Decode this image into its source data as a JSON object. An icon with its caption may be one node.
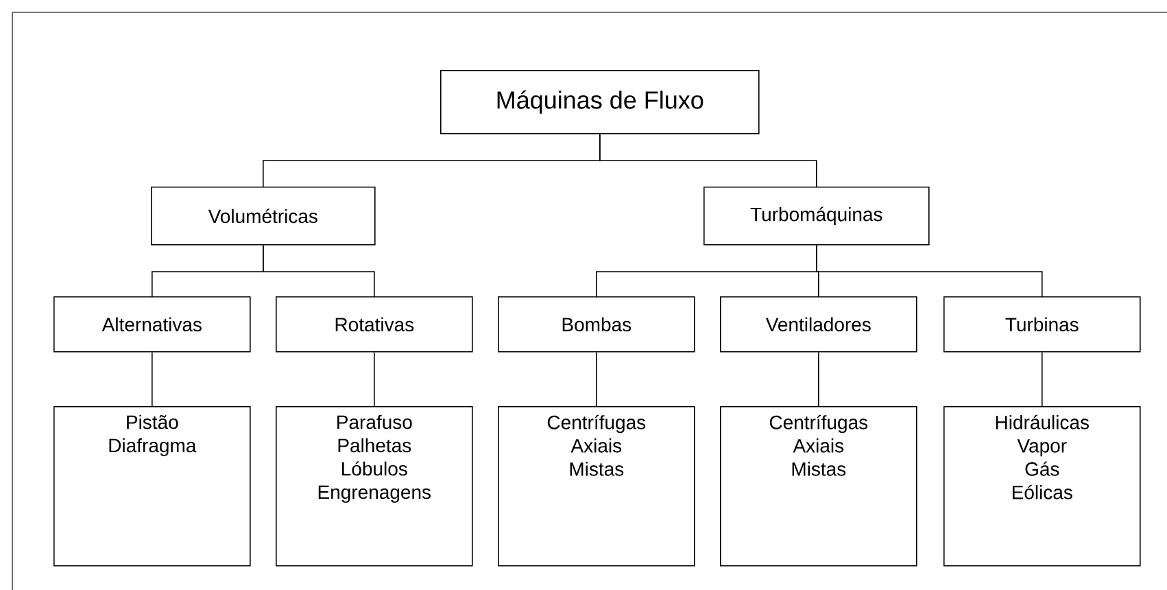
{
  "diagram": {
    "nodes": [
      {
        "text": [
          "Máquinas de Fluxo"
        ]
      },
      {
        "text": [
          "Volumétricas"
        ]
      },
      {
        "text": [
          "Turbomáquinas"
        ]
      },
      {
        "text": [
          "Alternativas"
        ]
      },
      {
        "text": [
          "Rotativas"
        ]
      },
      {
        "text": [
          "Bombas"
        ]
      },
      {
        "text": [
          "Ventiladores"
        ]
      },
      {
        "text": [
          "Turbinas"
        ]
      },
      {
        "text": [
          "Pistão",
          "Diafragma"
        ]
      },
      {
        "text": [
          "Parafuso",
          "Palhetas",
          "Lóbulos",
          "Engrenagens"
        ]
      },
      {
        "text": [
          "Centrífugas",
          "Axiais",
          "Mistas"
        ]
      },
      {
        "text": [
          "Centrífugas",
          "Axiais",
          "Mistas"
        ]
      },
      {
        "text": [
          "Hidráulicas",
          "Vapor",
          "Gás",
          "Eólicas"
        ]
      }
    ],
    "edges": [
      {
        "from": 0,
        "to": 1,
        "arrow": "none"
      },
      {
        "from": 0,
        "to": 2,
        "arrow": "none"
      },
      {
        "from": 1,
        "to": 3,
        "arrow": "none"
      },
      {
        "from": 1,
        "to": 4,
        "arrow": "none"
      },
      {
        "from": 2,
        "to": 5,
        "arrow": "none"
      },
      {
        "from": 2,
        "to": 6,
        "arrow": "none"
      },
      {
        "from": 2,
        "to": 7,
        "arrow": "none"
      },
      {
        "from": 3,
        "to": 8,
        "arrow": "none"
      },
      {
        "from": 4,
        "to": 9,
        "arrow": "none"
      },
      {
        "from": 5,
        "to": 10,
        "arrow": "none"
      },
      {
        "from": 6,
        "to": 11,
        "arrow": "none"
      },
      {
        "from": 7,
        "to": 12,
        "arrow": "none"
      }
    ]
  }
}
